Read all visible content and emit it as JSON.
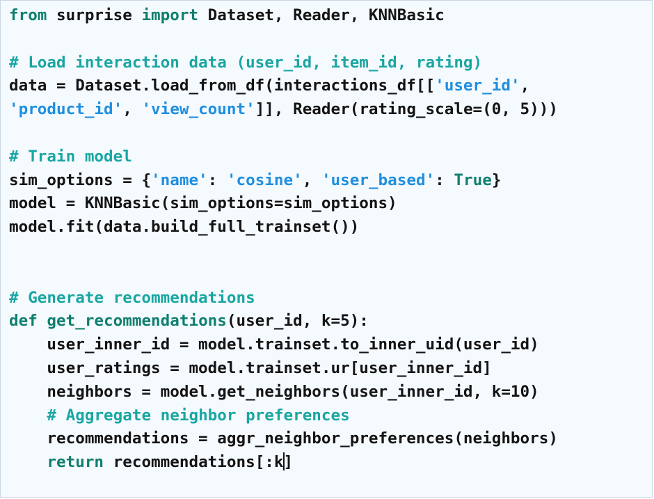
{
  "code": {
    "lines": [
      [
        {
          "t": "kw",
          "text": "from"
        },
        {
          "t": "tx",
          "text": " surprise "
        },
        {
          "t": "kw",
          "text": "import"
        },
        {
          "t": "tx",
          "text": " Dataset, Reader, KNNBasic"
        }
      ],
      [],
      [
        {
          "t": "cm",
          "text": "# Load interaction data (user_id, item_id, rating)"
        }
      ],
      [
        {
          "t": "tx",
          "text": "data = Dataset.load_from_df(interactions_df[["
        },
        {
          "t": "st",
          "text": "'user_id'"
        },
        {
          "t": "tx",
          "text": ","
        }
      ],
      [
        {
          "t": "st",
          "text": "'product_id'"
        },
        {
          "t": "tx",
          "text": ", "
        },
        {
          "t": "st",
          "text": "'view_count'"
        },
        {
          "t": "tx",
          "text": "]], Reader(rating_scale=(0, 5)))"
        }
      ],
      [],
      [
        {
          "t": "cm",
          "text": "# Train model"
        }
      ],
      [
        {
          "t": "tx",
          "text": "sim_options = {"
        },
        {
          "t": "st",
          "text": "'name'"
        },
        {
          "t": "tx",
          "text": ": "
        },
        {
          "t": "st",
          "text": "'cosine'"
        },
        {
          "t": "tx",
          "text": ", "
        },
        {
          "t": "st",
          "text": "'user_based'"
        },
        {
          "t": "tx",
          "text": ": "
        },
        {
          "t": "kw",
          "text": "True"
        },
        {
          "t": "tx",
          "text": "}"
        }
      ],
      [
        {
          "t": "tx",
          "text": "model = KNNBasic(sim_options=sim_options)"
        }
      ],
      [
        {
          "t": "tx",
          "text": "model.fit(data.build_full_trainset())"
        }
      ],
      [],
      [],
      [
        {
          "t": "cm",
          "text": "# Generate recommendations"
        }
      ],
      [
        {
          "t": "kw",
          "text": "def"
        },
        {
          "t": "tx",
          "text": " "
        },
        {
          "t": "fn",
          "text": "get_recommendations"
        },
        {
          "t": "tx",
          "text": "(user_id, k=5):"
        }
      ],
      [
        {
          "t": "tx",
          "text": "    user_inner_id = model.trainset.to_inner_uid(user_id)"
        }
      ],
      [
        {
          "t": "tx",
          "text": "    user_ratings = model.trainset.ur[user_inner_id]"
        }
      ],
      [
        {
          "t": "tx",
          "text": "    neighbors = model.get_neighbors(user_inner_id, k=10)"
        }
      ],
      [
        {
          "t": "tx",
          "text": "    "
        },
        {
          "t": "cm",
          "text": "# Aggregate neighbor preferences"
        }
      ],
      [
        {
          "t": "tx",
          "text": "    recommendations = aggr_neighbor_preferences(neighbors)"
        }
      ],
      [
        {
          "t": "tx",
          "text": "    "
        },
        {
          "t": "kw",
          "text": "return"
        },
        {
          "t": "tx",
          "text": " recommendations[:k"
        },
        {
          "t": "cursor",
          "text": ""
        },
        {
          "t": "tx",
          "text": "]"
        }
      ]
    ]
  },
  "colors": {
    "background": "#f5fafe",
    "keyword": "#0f7f6f",
    "comment": "#1aa6a2",
    "string": "#1f8fe0",
    "text": "#141414"
  }
}
